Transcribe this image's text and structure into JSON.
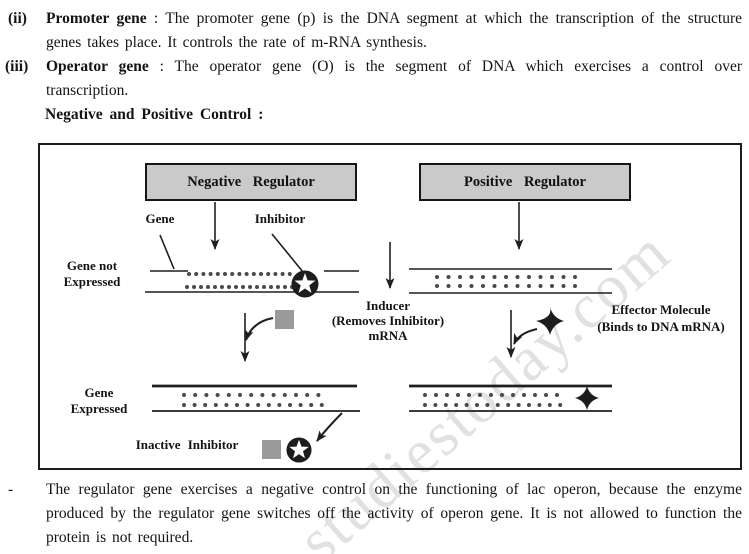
{
  "colors": {
    "ink": "#1c1c1c",
    "header_fill": "#cacaca",
    "inducer_square_gray": "#9a9a9a",
    "dna_dot": "#4a4a4a",
    "watermark_gray": "#c9c9c9"
  },
  "content": {
    "items": [
      {
        "marker": "(ii)",
        "term": "Promoter gene",
        "body": " : The promoter gene (p) is the DNA segment at which the transcription of the structure genes takes place. It controls the rate of m-RNA synthesis."
      },
      {
        "marker": "(iii)",
        "term": "Operator gene",
        "body": " : The operator gene (O) is the segment of DNA which exercises a control over transcription."
      }
    ],
    "heading": "Negative and Positive Control :",
    "footer_marker": "-",
    "footer": "The regulator gene exercises a negative control on the functioning of lac operon, because the enzyme produced by the regulator gene switches off the activity of operon gene. It is not allowed to function the protein is not required."
  },
  "diagram": {
    "negative_header": "Negative Regulator",
    "positive_header": "Positive Regulator",
    "labels": {
      "gene": "Gene",
      "inhibitor": "Inhibitor",
      "gene_not_expressed_line1": "Gene not",
      "gene_not_expressed_line2": "Expressed",
      "inducer_line1": "Inducer",
      "inducer_line2": "(Removes Inhibitor)",
      "inducer_line3": "mRNA",
      "effector_line1": "Effector Molecule",
      "effector_line2": "(Binds to DNA mRNA)",
      "gene_expressed_line1": "Gene",
      "gene_expressed_line2": "Expressed",
      "inactive_inhibitor": "Inactive Inhibitor"
    }
  },
  "watermark": "studiestoday.com"
}
